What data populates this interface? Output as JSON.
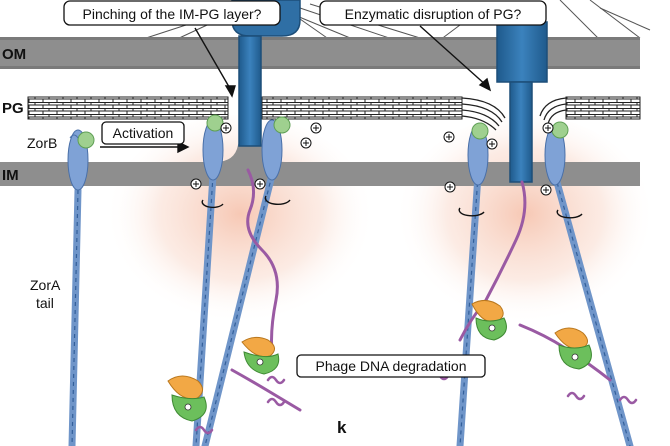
{
  "layers": {
    "outer_membrane": "OM",
    "peptidoglycan": "PG",
    "inner_membrane": "IM"
  },
  "labels": {
    "zorb": "ZorB",
    "zora_line1": "ZorA",
    "zora_line2": "tail",
    "panel_letter": "k"
  },
  "callouts": {
    "pinching": "Pinching of the IM-PG layer?",
    "enzymatic": "Enzymatic disruption of PG?",
    "activation": "Activation",
    "degradation": "Phage DNA degradation"
  },
  "colors": {
    "membrane": "#8e8e8e",
    "phage_tail": "#2f6fa5",
    "zora": "#6f95c9",
    "zorb": "#9fd08f",
    "dna": "#9a5aa3",
    "halo": "#f6c8b4",
    "nuclease_orange": "#f2a845",
    "nuclease_green": "#6cbf5c"
  }
}
